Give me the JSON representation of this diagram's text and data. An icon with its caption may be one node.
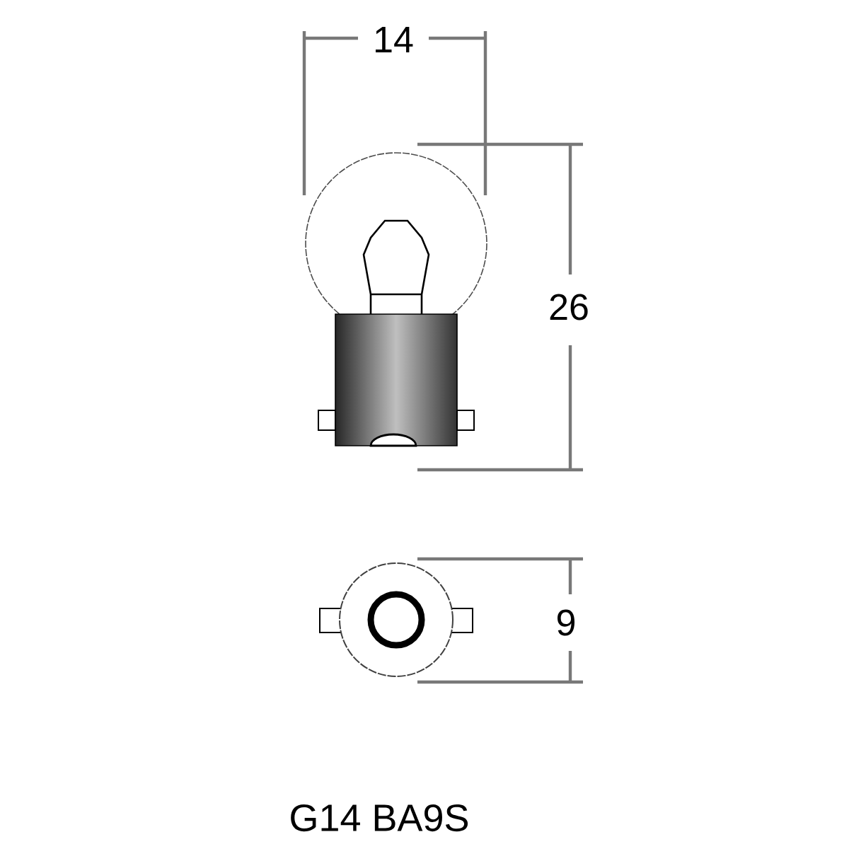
{
  "diagram": {
    "caption": "G14 BA9S",
    "labels": [
      "14",
      "26",
      "9"
    ]
  }
}
